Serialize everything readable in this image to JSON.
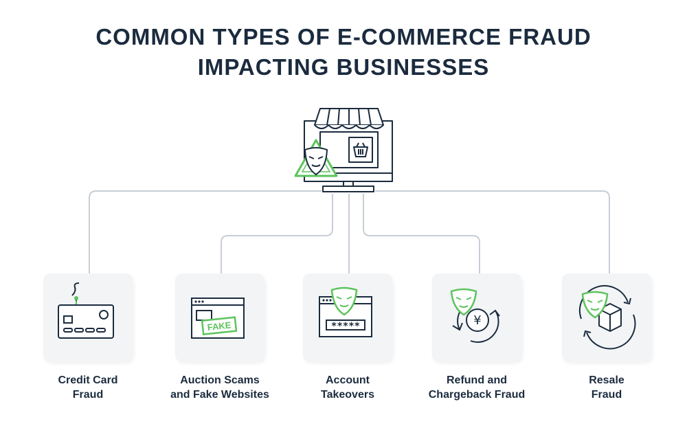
{
  "title": {
    "line1": "COMMON TYPES OF E-COMMERCE FRAUD",
    "line2": "IMPACTING BUSINESSES"
  },
  "hero": {
    "icon": "online-store-fraud-icon"
  },
  "colors": {
    "text": "#1b2b3e",
    "icon_stroke": "#1b2b3e",
    "accent_green": "#5cc35c",
    "card_bg": "#f2f4f6",
    "connector": "#c7ced6"
  },
  "categories": [
    {
      "line1": "Credit Card",
      "line2": "Fraud",
      "icon": "credit-card-icon"
    },
    {
      "line1": "Auction Scams",
      "line2": "and Fake Websites",
      "icon": "fake-website-icon",
      "badge": "FAKE"
    },
    {
      "line1": "Account",
      "line2": "Takeovers",
      "icon": "account-takeover-icon",
      "password": "*****"
    },
    {
      "line1": "Refund and",
      "line2": "Chargeback Fraud",
      "icon": "refund-fraud-icon",
      "currency": "¥"
    },
    {
      "line1": "Resale",
      "line2": "Fraud",
      "icon": "resale-fraud-icon"
    }
  ]
}
